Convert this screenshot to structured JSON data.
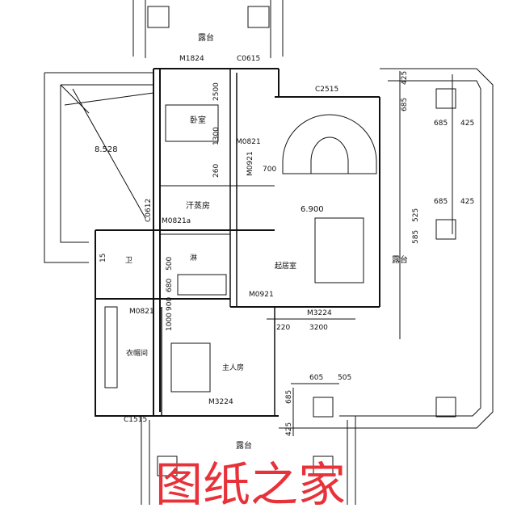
{
  "rooms": {
    "terrace_top": "露台",
    "bedroom": "卧室",
    "sauna": "汗蒸房",
    "bath": "卫",
    "shower": "淋",
    "living": "起居室",
    "wardrobe": "衣帽间",
    "master": "主人房",
    "terrace_right": "露台",
    "terrace_bottom": "露台"
  },
  "openings": {
    "m1824": "M1824",
    "c0615": "C0615",
    "c2515": "C2515",
    "m0821_top": "M0821",
    "m0921_top": "M0921",
    "m0821a": "M0821a",
    "c0612": "C0612",
    "m0821_left": "M0821",
    "m0921_mid": "M0921",
    "m3224_living": "M3224",
    "m3224_master": "M3224",
    "c1515": "C1515"
  },
  "levels": {
    "floor": "6.900",
    "roof": "8.528"
  },
  "dimensions": {
    "d2500": "2500",
    "d1300": "1300",
    "d260": "260",
    "d700": "700",
    "d220": "220",
    "d3200": "3200",
    "d605": "605",
    "d505": "505",
    "d685_bottom": "685",
    "d425_bottom": "425",
    "d425_r1": "425",
    "d685_r1": "685",
    "d685_r2": "685",
    "d425_r2": "425",
    "d685_r3": "685",
    "d425_r3": "425",
    "d525": "525",
    "d585": "585",
    "d500": "500",
    "d680": "680",
    "d900": "900",
    "d1000": "1000",
    "d15": "15"
  },
  "watermark": "图纸之家",
  "colors": {
    "lines": "#111111",
    "watermark": "#e8323a"
  }
}
